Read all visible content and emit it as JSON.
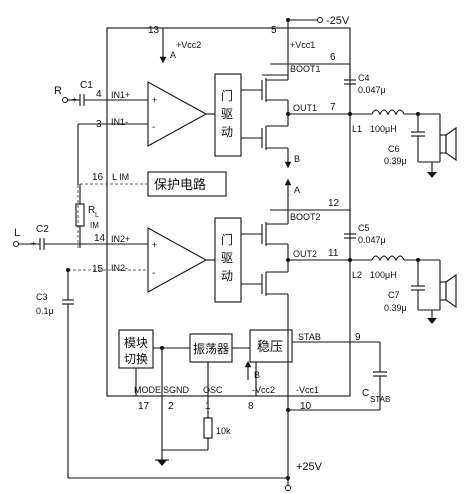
{
  "supply": {
    "neg": "-25V",
    "pos": "+25V"
  },
  "pins": {
    "p13": "13",
    "p5": "5",
    "p6": "6",
    "p7": "7",
    "p4": "4",
    "p3": "3",
    "p16": "16",
    "p12": "12",
    "p14": "14",
    "p15": "15",
    "p11": "11",
    "p9": "9",
    "p17": "17",
    "p2": "2",
    "p1": "1",
    "p8": "8",
    "p10": "10"
  },
  "pin_labels": {
    "vcc2_top": "+Vcc2",
    "vcc1_top": "+Vcc1",
    "in1p": "IN1+",
    "in1m": "IN1-",
    "boot1": "BOOT1",
    "out1": "OUT1",
    "lim": "L IM",
    "in2p": "IN2+",
    "in2m": "IN2-",
    "boot2": "BOOT2",
    "out2": "OUT2",
    "stab": "STAB",
    "mode": "MODE",
    "sgnd": "SGND",
    "osc": "OSC",
    "vcc2_bot": "-Vcc2",
    "vcc1_bot": "-Vcc1"
  },
  "blocks": {
    "gate_driver_top": "门驱动",
    "gate_driver_bot": "门驱动",
    "protection": "保护电路",
    "mode_switch": "模块切换",
    "oscillator": "振荡器",
    "regulator": "稳压"
  },
  "inputs": {
    "right": "R",
    "left": "L"
  },
  "components": {
    "c1": "C1",
    "c2": "C2",
    "c3": "C3",
    "c3_val": "0.1μ",
    "rlim": "R",
    "rlim_sub": "L",
    "rlim_sub2": "IM",
    "c4": "C4",
    "c4_val": "0.047μ",
    "c5": "C5",
    "c5_val": "0.047μ",
    "l1": "L1",
    "l1_val": "100μH",
    "l2": "L2",
    "l2_val": "100μH",
    "c6": "C6",
    "c6_val": "0.39μ",
    "c7": "C7",
    "c7_val": "0.39μ",
    "r_osc": "10k",
    "cstab": "C",
    "cstab_sub": "STAB"
  },
  "markers": {
    "a": "A",
    "b": "B"
  },
  "signs": {
    "plus": "+",
    "minus": "-"
  }
}
